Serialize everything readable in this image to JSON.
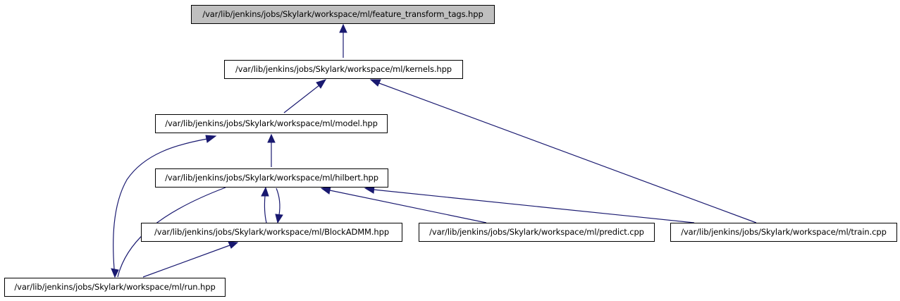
{
  "colors": {
    "edge": "#191970",
    "root_fill": "#bfbfbf",
    "node_fill": "#ffffff",
    "border": "#000000"
  },
  "nodes": {
    "feature_transform_tags": "/var/lib/jenkins/jobs/Skylark/workspace/ml/feature_transform_tags.hpp",
    "kernels": "/var/lib/jenkins/jobs/Skylark/workspace/ml/kernels.hpp",
    "model": "/var/lib/jenkins/jobs/Skylark/workspace/ml/model.hpp",
    "hilbert": "/var/lib/jenkins/jobs/Skylark/workspace/ml/hilbert.hpp",
    "blockadmm": "/var/lib/jenkins/jobs/Skylark/workspace/ml/BlockADMM.hpp",
    "predict": "/var/lib/jenkins/jobs/Skylark/workspace/ml/predict.cpp",
    "train": "/var/lib/jenkins/jobs/Skylark/workspace/ml/train.cpp",
    "run": "/var/lib/jenkins/jobs/Skylark/workspace/ml/run.hpp"
  },
  "edges": [
    {
      "from": "kernels",
      "to": "feature_transform_tags"
    },
    {
      "from": "model",
      "to": "kernels"
    },
    {
      "from": "train",
      "to": "kernels"
    },
    {
      "from": "hilbert",
      "to": "model"
    },
    {
      "from": "run",
      "to": "model"
    },
    {
      "from": "blockadmm",
      "to": "hilbert"
    },
    {
      "from": "hilbert",
      "to": "blockadmm"
    },
    {
      "from": "predict",
      "to": "hilbert"
    },
    {
      "from": "train",
      "to": "hilbert"
    },
    {
      "from": "run",
      "to": "hilbert"
    },
    {
      "from": "run",
      "to": "blockadmm"
    }
  ]
}
